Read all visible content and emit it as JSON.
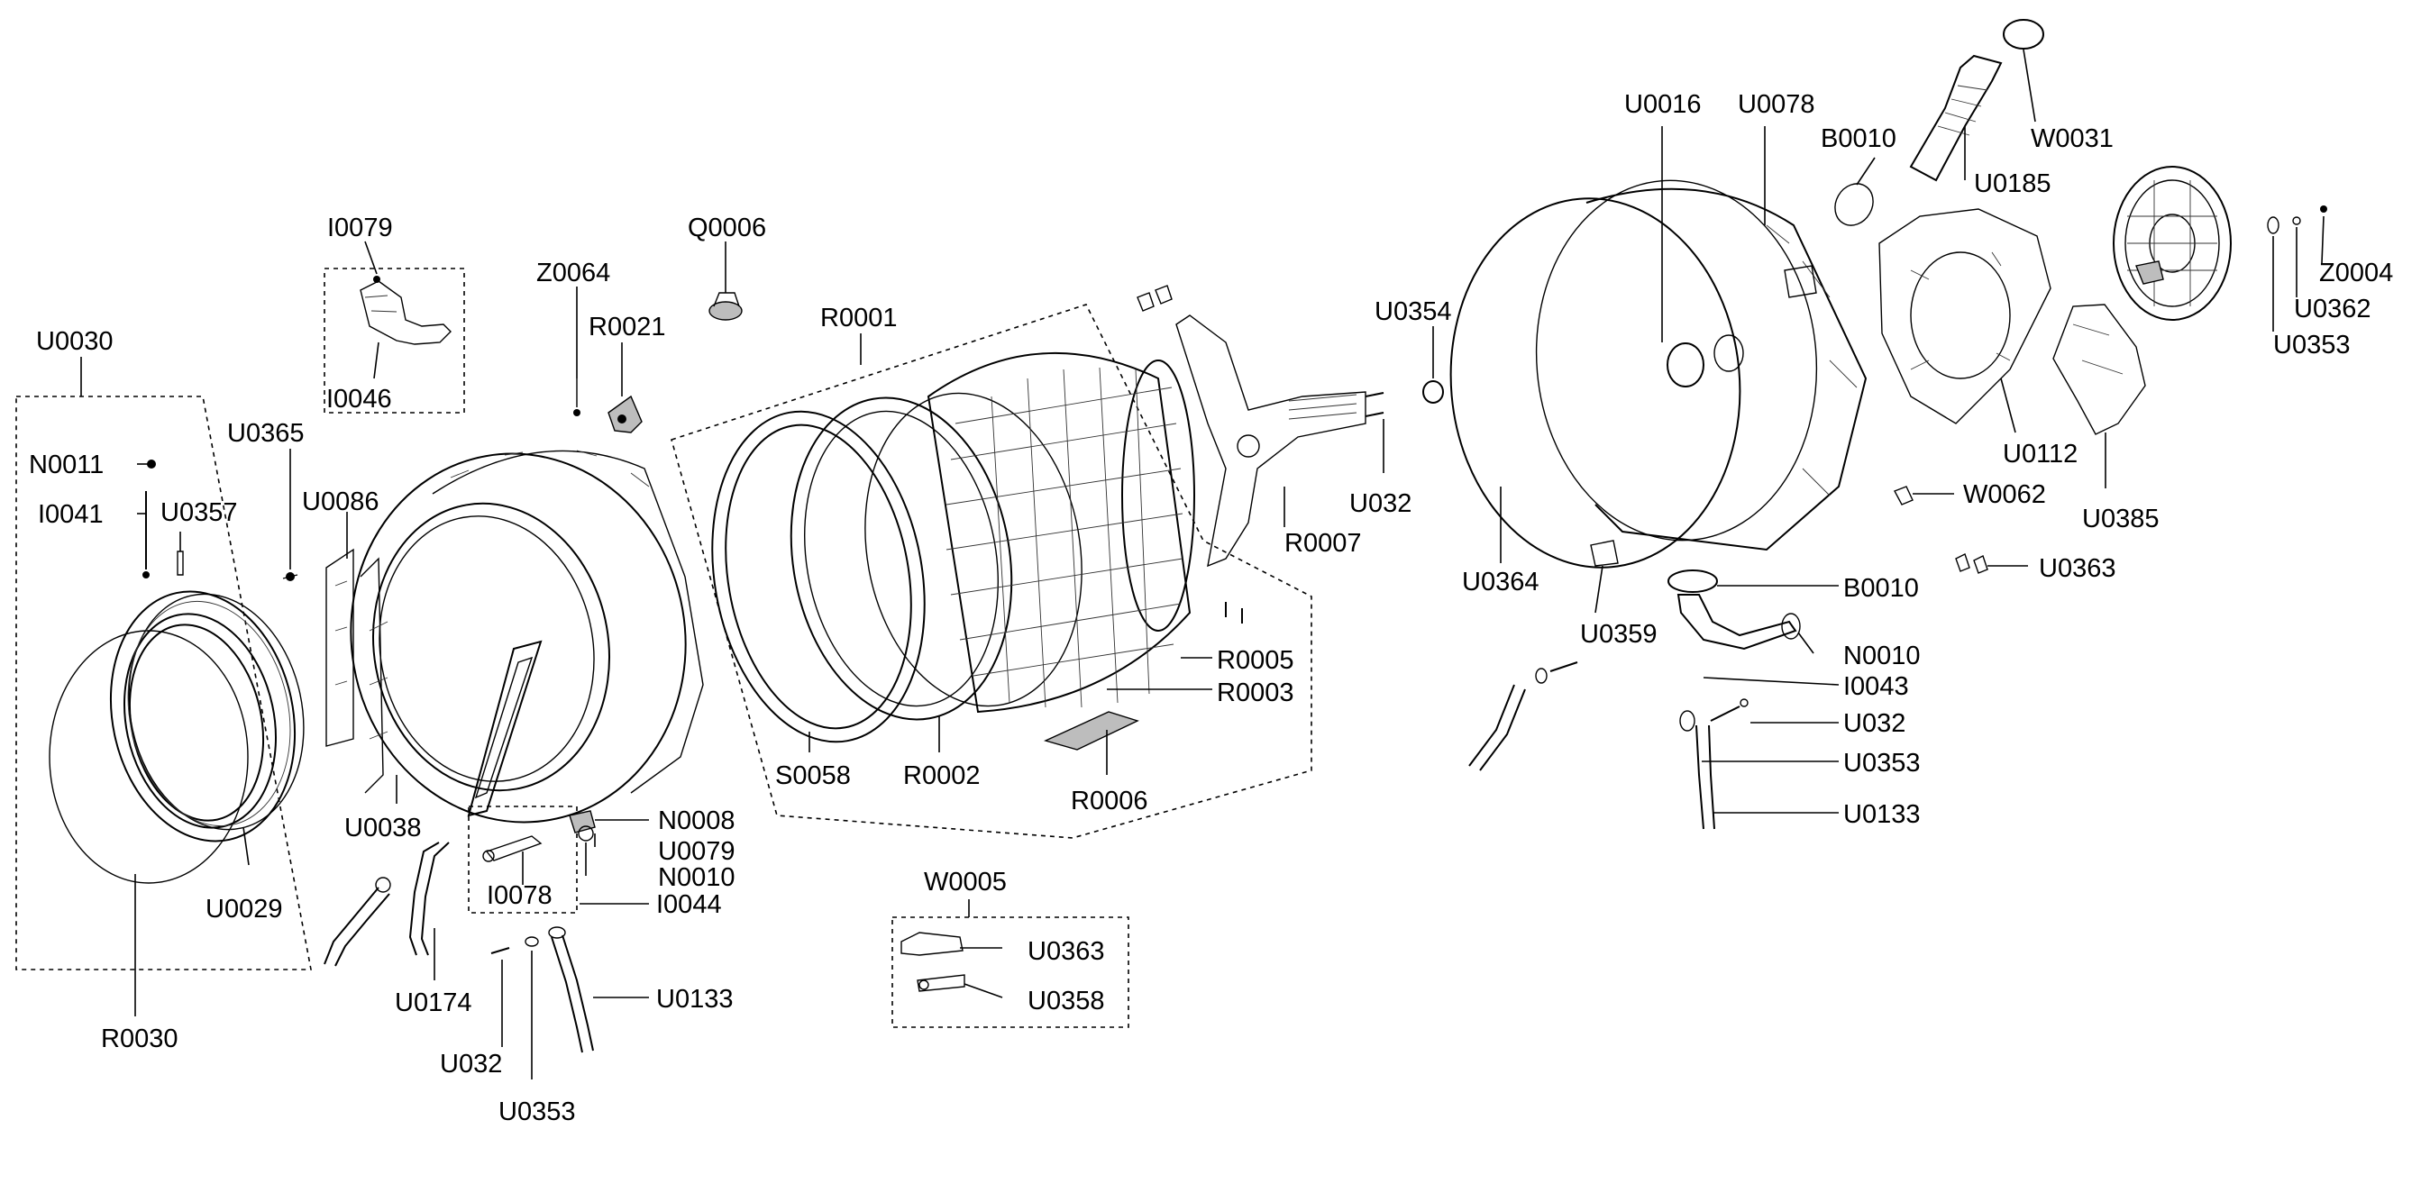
{
  "diagram": {
    "labels": {
      "U0030": "U0030",
      "N0011": "N0011",
      "I0041": "I0041",
      "U0357": "U0357",
      "U0365": "U0365",
      "U0086": "U0086",
      "I0079": "I0079",
      "I0046": "I0046",
      "Z0064": "Z0064",
      "R0021": "R0021",
      "Q0006": "Q0006",
      "R0001": "R0001",
      "U0038": "U0038",
      "U0029": "U0029",
      "R0030": "R0030",
      "U0174": "U0174",
      "U032_a": "U032",
      "U0353_a": "U0353",
      "U0133_a": "U0133",
      "I0078": "I0078",
      "I0044": "I0044",
      "N0008": "N0008",
      "U0079": "U0079",
      "N0010_a": "N0010",
      "S0058": "S0058",
      "R0002": "R0002",
      "R0006": "R0006",
      "R0005": "R0005",
      "R0003": "R0003",
      "R0007": "R0007",
      "U032_b": "U032",
      "U0354": "U0354",
      "W0005": "W0005",
      "U0363_a": "U0363",
      "U0358": "U0358",
      "U0016": "U0016",
      "U0078": "U0078",
      "B0010_a": "B0010",
      "W0031": "W0031",
      "U0185": "U0185",
      "U0112": "U0112",
      "W0062": "W0062",
      "U0385": "U0385",
      "U0363_b": "U0363",
      "U0364": "U0364",
      "U0359": "U0359",
      "B0010_b": "B0010",
      "N0010_b": "N0010",
      "I0043": "I0043",
      "U032_c": "U032",
      "U0353_b": "U0353",
      "U0133_b": "U0133",
      "Z0004": "Z0004",
      "U0362": "U0362",
      "U0353_c": "U0353"
    }
  }
}
